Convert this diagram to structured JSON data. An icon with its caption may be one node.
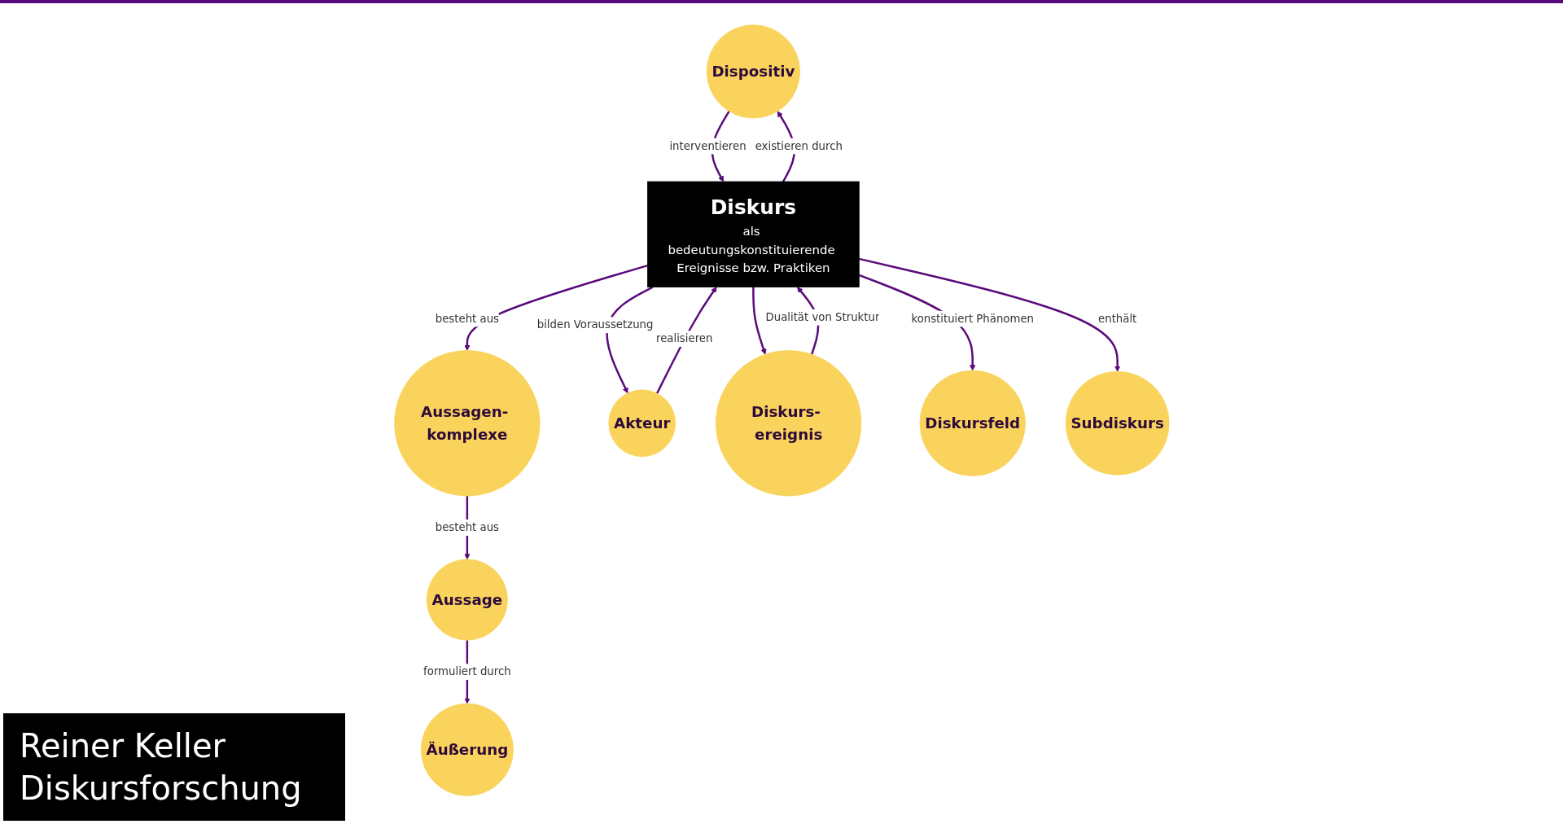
{
  "diagram": {
    "title": "Reiner Keller Diskursforschung",
    "nodes": [
      {
        "text": [
          "Aussage"
        ]
      },
      {
        "text": [
          "Aussagen- komplexe"
        ]
      },
      {
        "text": [
          "Äußerung"
        ]
      },
      {
        "text": [
          "Dispositiv"
        ]
      },
      {
        "text": [
          "Akteur"
        ]
      },
      {
        "text": [
          "Diskurs",
          "als bedeutungskonstituierende Ereignisse bzw. Praktiken"
        ]
      },
      {
        "text": [
          "Diskurs- ereignis"
        ]
      },
      {
        "text": [
          "Diskursfeld"
        ]
      },
      {
        "text": [
          "Subdiskurs"
        ]
      }
    ],
    "edges": [
      {
        "from": 1,
        "to": 0,
        "arrow": "to",
        "label": "besteht aus"
      },
      {
        "from": 0,
        "to": 2,
        "arrow": "to",
        "label": "formuliert durch"
      },
      {
        "from": 5,
        "to": 1,
        "arrow": "to",
        "label": "besteht aus"
      },
      {
        "from": 3,
        "to": 5,
        "arrow": "to",
        "label": "interventieren"
      },
      {
        "from": 5,
        "to": 3,
        "arrow": "to",
        "label": "existieren durch"
      },
      {
        "from": 5,
        "to": 4,
        "arrow": "to",
        "label": "bilden Voraussetzung"
      },
      {
        "from": 4,
        "to": 5,
        "arrow": "to",
        "label": "realisieren"
      },
      {
        "from": 5,
        "to": 6,
        "arrow": "to"
      },
      {
        "from": 6,
        "to": 5,
        "arrow": "to",
        "label": "Dualität von Struktur"
      },
      {
        "from": 5,
        "to": 7,
        "arrow": "to",
        "label": "konstituiert Phänomen"
      },
      {
        "from": 5,
        "to": 8,
        "arrow": "to",
        "label": "enthält"
      }
    ]
  }
}
